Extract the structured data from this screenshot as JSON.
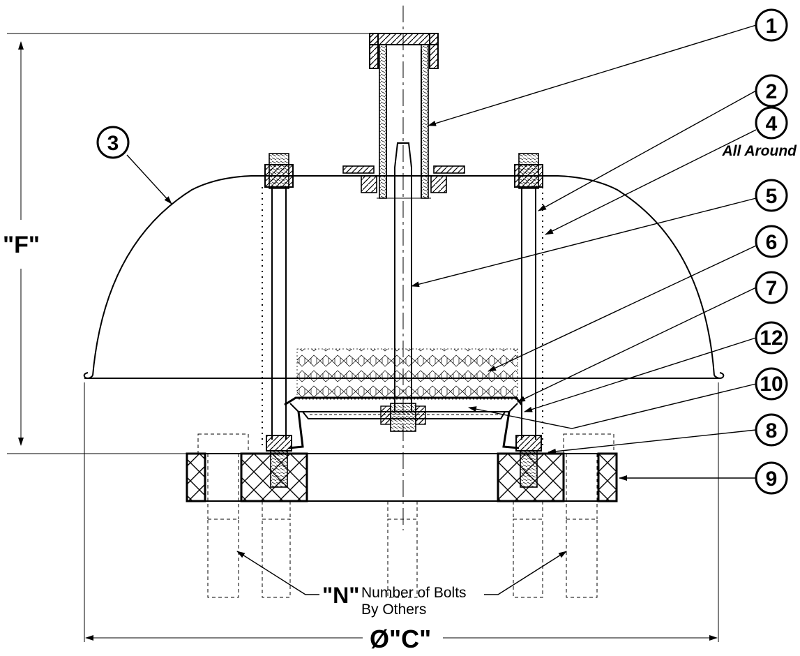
{
  "dimensions": {
    "height_label": "\"F\"",
    "diameter_label": "Ø\"C\""
  },
  "notes": {
    "bolts_label": "\"N\"",
    "bolts_line1": "Number of Bolts",
    "bolts_line2": "By Others",
    "all_around": "All Around"
  },
  "balloons": [
    {
      "id": "balloon-1",
      "label": "1"
    },
    {
      "id": "balloon-2",
      "label": "2"
    },
    {
      "id": "balloon-3",
      "label": "3"
    },
    {
      "id": "balloon-4",
      "label": "4"
    },
    {
      "id": "balloon-5",
      "label": "5"
    },
    {
      "id": "balloon-6",
      "label": "6"
    },
    {
      "id": "balloon-7",
      "label": "7"
    },
    {
      "id": "balloon-8",
      "label": "8"
    },
    {
      "id": "balloon-9",
      "label": "9"
    },
    {
      "id": "balloon-10",
      "label": "10"
    },
    {
      "id": "balloon-12",
      "label": "12"
    }
  ]
}
